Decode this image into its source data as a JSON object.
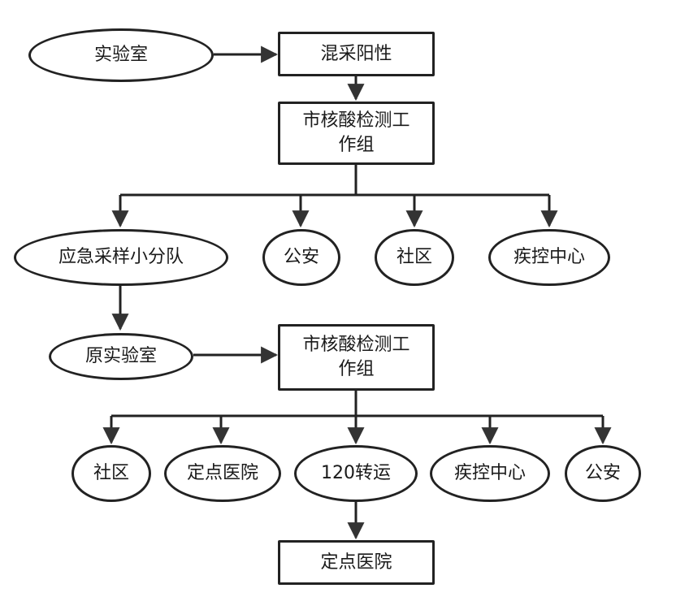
{
  "nodes": {
    "lab": "实验室",
    "pooled_positive": "混采阳性",
    "workgroup_1": "市核酸检测工\n作组",
    "sampling_team": "应急采样小分队",
    "police_1": "公安",
    "community_1": "社区",
    "cdc_1": "疾控中心",
    "original_lab": "原实验室",
    "workgroup_2": "市核酸检测工\n作组",
    "community_2": "社区",
    "designated_hospital_1": "定点医院",
    "transfer_120": "120转运",
    "cdc_2": "疾控中心",
    "police_2": "公安",
    "designated_hospital_2": "定点医院"
  },
  "colors": {
    "stroke": "#222222",
    "fill": "#ffffff",
    "text": "#1a1a1a"
  }
}
